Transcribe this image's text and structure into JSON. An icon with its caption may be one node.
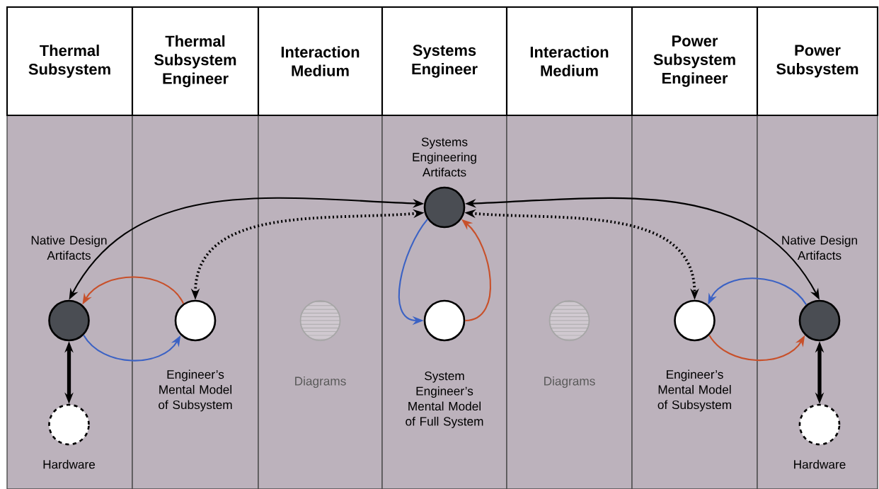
{
  "diagram": {
    "nodes": [
      {
        "text": [
          "Thermal Subsystem"
        ]
      },
      {
        "text": [
          "Thermal Subsystem Engineer"
        ]
      },
      {
        "text": [
          "Interaction Medium"
        ]
      },
      {
        "text": [
          "Systems Engineer"
        ]
      },
      {
        "text": [
          "Interaction Medium"
        ]
      },
      {
        "text": [
          "Power Subsystem Engineer"
        ]
      },
      {
        "text": [
          "Power Subsystem"
        ]
      },
      {
        "text": [
          "Native Design Artifacts"
        ],
        "in": 0
      },
      {
        "text": [
          "Hardware"
        ],
        "in": 0
      },
      {
        "text": [
          "Engineer’s Mental Model of Subsystem"
        ],
        "in": 1
      },
      {
        "text": [
          "Diagrams"
        ],
        "in": 2
      },
      {
        "text": [
          "Systems Engineering Artifacts"
        ],
        "in": 3
      },
      {
        "text": [
          "System Engineer’s Mental Model of Full System"
        ],
        "in": 3
      },
      {
        "text": [
          "Diagrams"
        ],
        "in": 4
      },
      {
        "text": [
          "Engineer’s Mental Model of Subsystem"
        ],
        "in": 5
      },
      {
        "text": [
          "Native Design Artifacts"
        ],
        "in": 6
      },
      {
        "text": [
          "Hardware"
        ],
        "in": 6
      }
    ],
    "edges": [
      {
        "from": 11,
        "to": 7,
        "arrow": "both"
      },
      {
        "from": 11,
        "to": 9,
        "arrow": "both",
        "style": "dashed"
      },
      {
        "from": 9,
        "to": 7,
        "arrow": "to",
        "color": "#c8502a"
      },
      {
        "from": 7,
        "to": 9,
        "arrow": "to",
        "color": "#3b62c4"
      },
      {
        "from": 7,
        "to": 8,
        "arrow": "both",
        "style": "thick"
      },
      {
        "from": 11,
        "to": 12,
        "arrow": "to",
        "color": "#3b62c4"
      },
      {
        "from": 12,
        "to": 11,
        "arrow": "to",
        "color": "#c8502a"
      },
      {
        "from": 11,
        "to": 15,
        "arrow": "both"
      },
      {
        "from": 11,
        "to": 14,
        "arrow": "both",
        "style": "dashed"
      },
      {
        "from": 15,
        "to": 14,
        "arrow": "to",
        "color": "#3b62c4"
      },
      {
        "from": 14,
        "to": 15,
        "arrow": "to",
        "color": "#c8502a"
      },
      {
        "from": 15,
        "to": 16,
        "arrow": "both",
        "style": "thick"
      }
    ]
  }
}
